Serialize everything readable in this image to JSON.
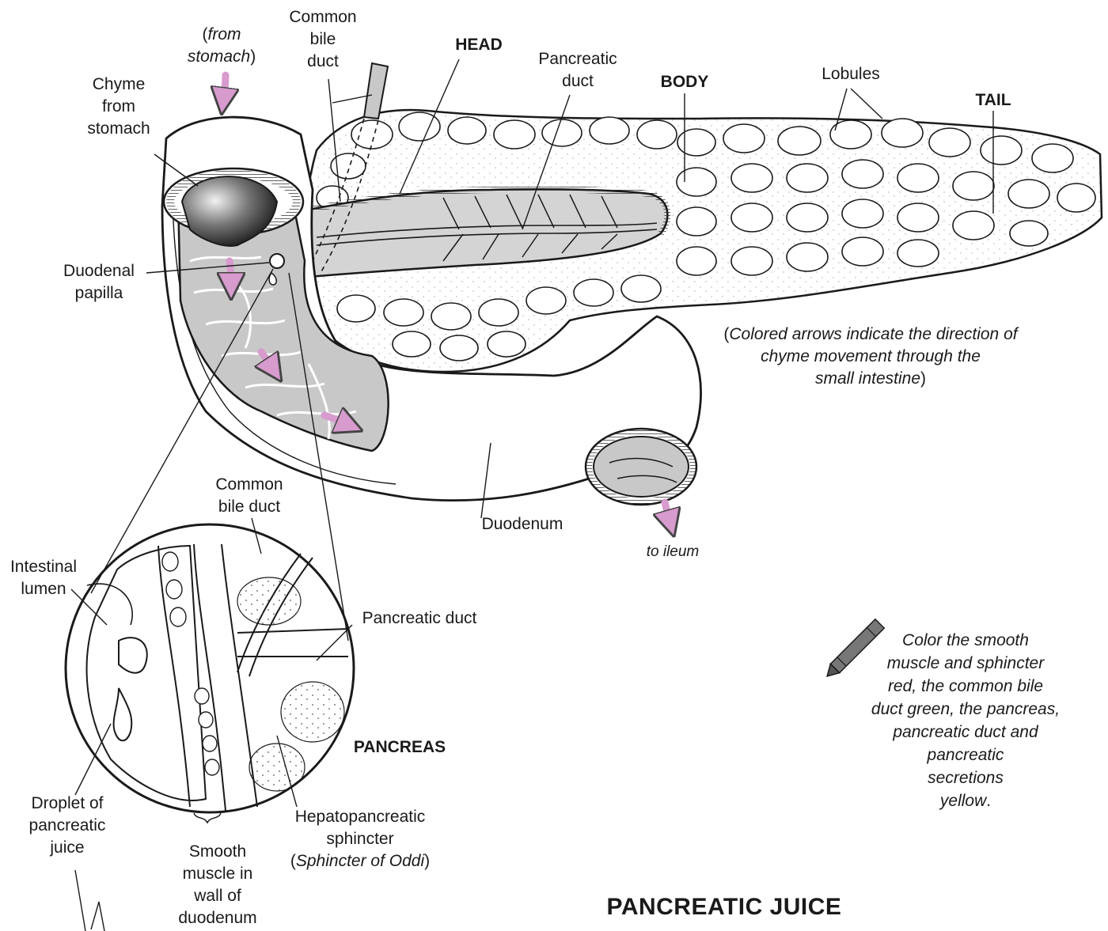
{
  "figure_title": "PANCREATIC JUICE",
  "labels": {
    "from_stomach_open": "(",
    "from_stomach_1": "from",
    "from_stomach_2": "stomach",
    "from_stomach_close": ")",
    "common_bile_duct_top_1": "Common",
    "common_bile_duct_top_2": "bile",
    "common_bile_duct_top_3": "duct",
    "head": "HEAD",
    "pancreatic_duct_top_1": "Pancreatic",
    "pancreatic_duct_top_2": "duct",
    "body": "BODY",
    "lobules": "Lobules",
    "tail": "TAIL",
    "chyme_1": "Chyme",
    "chyme_2": "from",
    "chyme_3": "stomach",
    "duodenal_papilla_1": "Duodenal",
    "duodenal_papilla_2": "papilla",
    "note_open": "(",
    "note_1": "Colored arrows indicate the direction of",
    "note_2": "chyme movement through the",
    "note_3": "small intestine",
    "note_close": ")",
    "duodenum": "Duodenum",
    "to_ileum": "to ileum",
    "common_bile_duct_inset_1": "Common",
    "common_bile_duct_inset_2": "bile duct",
    "intestinal_lumen_1": "Intestinal",
    "intestinal_lumen_2": "lumen",
    "pancreatic_duct_inset": "Pancreatic duct",
    "pancreas": "PANCREAS",
    "droplet_1": "Droplet of",
    "droplet_2": "pancreatic",
    "droplet_3": "juice",
    "smooth_muscle_1": "Smooth",
    "smooth_muscle_2": "muscle in",
    "smooth_muscle_3": "wall of",
    "smooth_muscle_4": "duodenum",
    "sphincter_1": "Hepatopancreatic",
    "sphincter_2": "sphincter",
    "sphincter_open": "(",
    "sphincter_3": "Sphincter of Oddi",
    "sphincter_close": ")"
  },
  "instruction": {
    "line_1": "Color the smooth",
    "line_2": "muscle and sphincter",
    "line_3": "red, the common bile",
    "line_4": "duct green, the pancreas,",
    "line_5": "pancreatic duct and",
    "line_6": "pancreatic",
    "line_7": "secretions",
    "line_8": "yellow",
    "line_8_end": "."
  },
  "icons": {
    "pencil": "crayon-icon"
  },
  "colors": {
    "arrow": "#d79bcd",
    "lumen": "#c8c8c8",
    "line": "#1a1a1a",
    "chyme_dark": "#2a2a2a"
  }
}
